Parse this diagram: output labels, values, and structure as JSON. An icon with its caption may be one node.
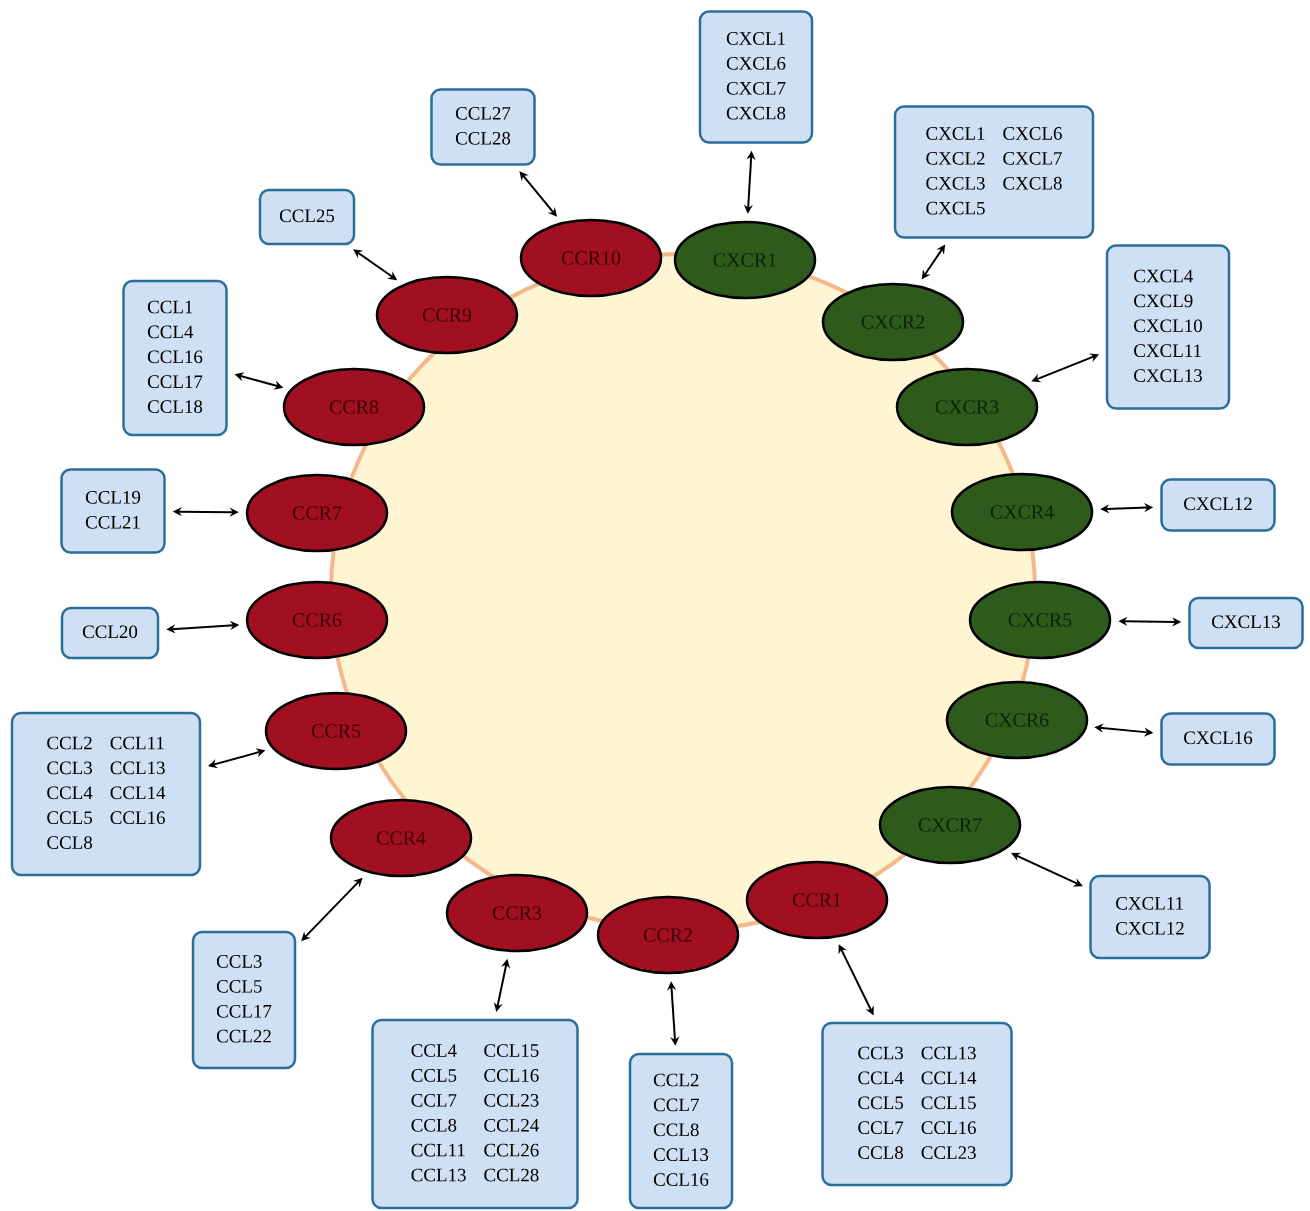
{
  "diagram": {
    "nodes": [
      {
        "text": [
          "CXCR1"
        ]
      },
      {
        "text": [
          "CXCL1",
          "CXCL6",
          "CXCL7",
          "CXCL8"
        ]
      },
      {
        "text": [
          "CXCR2"
        ]
      },
      {
        "text": [
          "CXCL1",
          "CXCL2",
          "CXCL3",
          "CXCL5",
          "CXCL6",
          "CXCL7",
          "CXCL8"
        ]
      },
      {
        "text": [
          "CXCR3"
        ]
      },
      {
        "text": [
          "CXCL4",
          "CXCL9",
          "CXCL10",
          "CXCL11",
          "CXCL13"
        ]
      },
      {
        "text": [
          "CXCR4"
        ]
      },
      {
        "text": [
          "CXCL12"
        ]
      },
      {
        "text": [
          "CXCR5"
        ]
      },
      {
        "text": [
          "CXCL13"
        ]
      },
      {
        "text": [
          "CXCR6"
        ]
      },
      {
        "text": [
          "CXCL16"
        ]
      },
      {
        "text": [
          "CXCR7"
        ]
      },
      {
        "text": [
          "CXCL11",
          "CXCL12"
        ]
      },
      {
        "text": [
          "CCR1"
        ]
      },
      {
        "text": [
          "CCL3",
          "CCL4",
          "CCL5",
          "CCL7",
          "CCL8",
          "CCL13",
          "CCL14",
          "CCL15",
          "CCL16",
          "CCL23"
        ]
      },
      {
        "text": [
          "CCR2"
        ]
      },
      {
        "text": [
          "CCL2",
          "CCL7",
          "CCL8",
          "CCL13",
          "CCL16"
        ]
      },
      {
        "text": [
          "CCR3"
        ]
      },
      {
        "text": [
          "CCL4",
          "CCL5",
          "CCL7",
          "CCL8",
          "CCL11",
          "CCL13",
          "CCL15",
          "CCL16",
          "CCL23",
          "CCL24",
          "CCL26",
          "CCL28"
        ]
      },
      {
        "text": [
          "CCR4"
        ]
      },
      {
        "text": [
          "CCL3",
          "CCL5",
          "CCL17",
          "CCL22"
        ]
      },
      {
        "text": [
          "CCR5"
        ]
      },
      {
        "text": [
          "CCL2",
          "CCL3",
          "CCL4",
          "CCL5",
          "CCL8",
          "CCL11",
          "CCL13",
          "CCL14",
          "CCL16"
        ]
      },
      {
        "text": [
          "CCR6"
        ]
      },
      {
        "text": [
          "CCL20"
        ]
      },
      {
        "text": [
          "CCR7"
        ]
      },
      {
        "text": [
          "CCL19",
          "CCL21"
        ]
      },
      {
        "text": [
          "CCR8"
        ]
      },
      {
        "text": [
          "CCL1",
          "CCL4",
          "CCL16",
          "CCL17",
          "CCL18"
        ]
      },
      {
        "text": [
          "CCR9"
        ]
      },
      {
        "text": [
          "CCL25"
        ]
      },
      {
        "text": [
          "CCR10"
        ]
      },
      {
        "text": [
          "CCL27",
          "CCL28"
        ]
      }
    ],
    "edges": [
      {
        "from": 1,
        "to": 0,
        "arrow": "both"
      },
      {
        "from": 3,
        "to": 2,
        "arrow": "both"
      },
      {
        "from": 5,
        "to": 4,
        "arrow": "both"
      },
      {
        "from": 7,
        "to": 6,
        "arrow": "both"
      },
      {
        "from": 9,
        "to": 8,
        "arrow": "both"
      },
      {
        "from": 11,
        "to": 10,
        "arrow": "both"
      },
      {
        "from": 13,
        "to": 12,
        "arrow": "both"
      },
      {
        "from": 15,
        "to": 14,
        "arrow": "both"
      },
      {
        "from": 17,
        "to": 16,
        "arrow": "both"
      },
      {
        "from": 19,
        "to": 18,
        "arrow": "both"
      },
      {
        "from": 21,
        "to": 20,
        "arrow": "both"
      },
      {
        "from": 23,
        "to": 22,
        "arrow": "both"
      },
      {
        "from": 25,
        "to": 24,
        "arrow": "both"
      },
      {
        "from": 27,
        "to": 26,
        "arrow": "both"
      },
      {
        "from": 29,
        "to": 28,
        "arrow": "both"
      },
      {
        "from": 31,
        "to": 30,
        "arrow": "both"
      },
      {
        "from": 33,
        "to": 32,
        "arrow": "both"
      }
    ]
  }
}
